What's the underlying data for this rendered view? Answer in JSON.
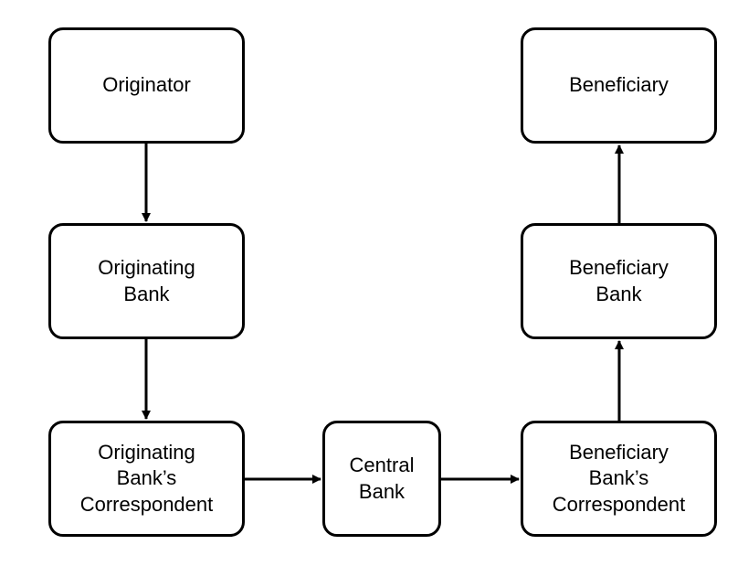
{
  "nodes": {
    "originator": "Originator",
    "originating_bank": "Originating\nBank",
    "originating_correspondent": "Originating\nBank’s\nCorrespondent",
    "central_bank": "Central\nBank",
    "beneficiary_correspondent": "Beneficiary\nBank’s\nCorrespondent",
    "beneficiary_bank": "Beneficiary\nBank",
    "beneficiary": "Beneficiary"
  }
}
